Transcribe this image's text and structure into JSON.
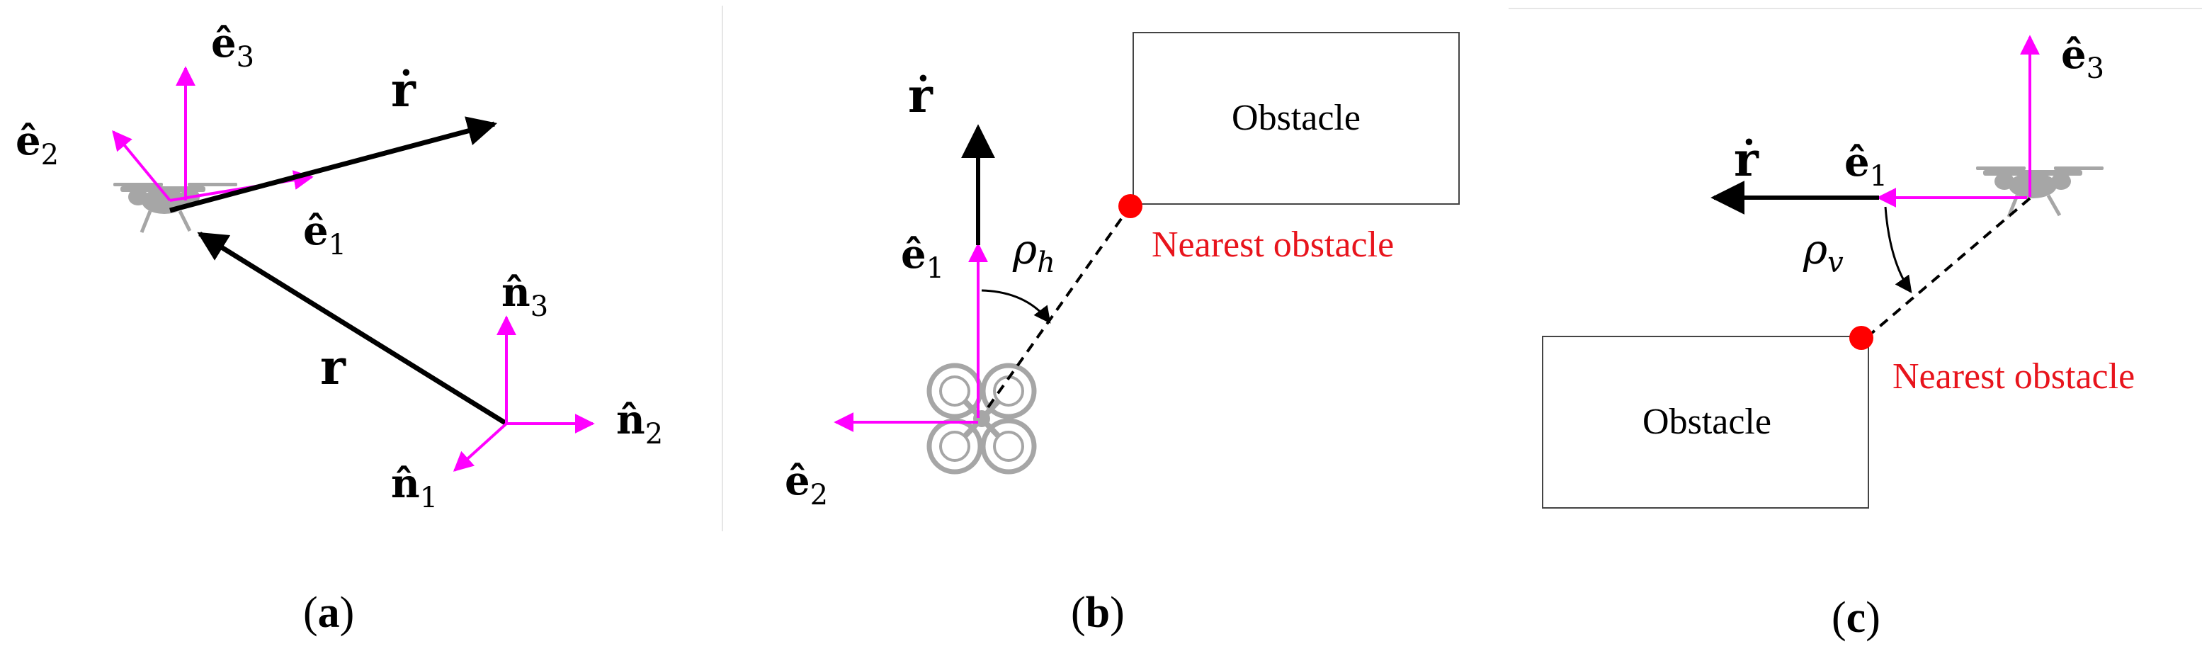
{
  "colors": {
    "frame_axis": "#ff00ff",
    "velocity": "#000000",
    "nearest_point": "#ff0000",
    "nearest_label": "#e8141c",
    "drone": "#a6a6a6"
  },
  "icons": [
    "drone-side-icon",
    "drone-top-icon"
  ],
  "panel_a": {
    "caption_open": "(",
    "caption_letter": "a",
    "caption_close": ")",
    "e1": {
      "base": "ê",
      "sub": "1"
    },
    "e2": {
      "base": "ê",
      "sub": "2"
    },
    "e3": {
      "base": "ê",
      "sub": "3"
    },
    "n1": {
      "base": "n̂",
      "sub": "1"
    },
    "n2": {
      "base": "n̂",
      "sub": "2"
    },
    "n3": {
      "base": "n̂",
      "sub": "3"
    },
    "r": "r",
    "rdot": "ṙ"
  },
  "panel_b": {
    "caption_open": "(",
    "caption_letter": "b",
    "caption_close": ")",
    "rdot": "ṙ",
    "e1": {
      "base": "ê",
      "sub": "1"
    },
    "e2": {
      "base": "ê",
      "sub": "2"
    },
    "rho": {
      "base": "ρ",
      "sub": "h"
    },
    "obstacle": "Obstacle",
    "nearest": "Nearest obstacle"
  },
  "panel_c": {
    "caption_open": "(",
    "caption_letter": "c",
    "caption_close": ")",
    "rdot": "ṙ",
    "e1": {
      "base": "ê",
      "sub": "1"
    },
    "e3": {
      "base": "ê",
      "sub": "3"
    },
    "rho": {
      "base": "ρ",
      "sub": "v"
    },
    "obstacle": "Obstacle",
    "nearest": "Nearest obstacle"
  }
}
